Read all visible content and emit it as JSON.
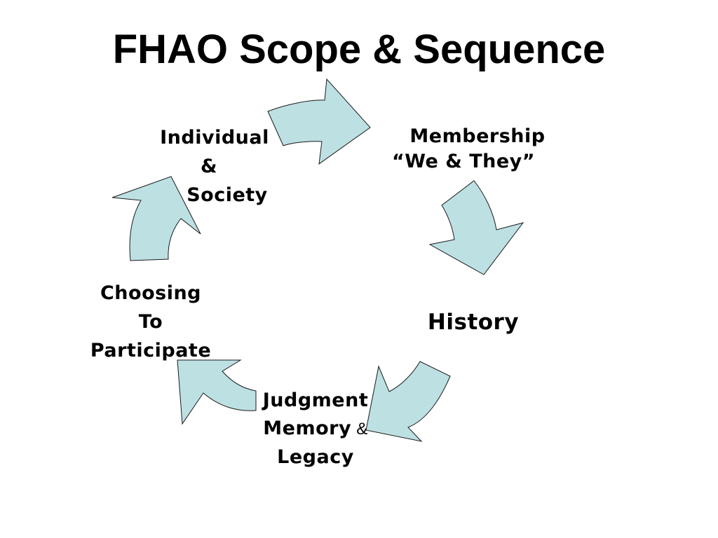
{
  "slide": {
    "title": "FHAO Scope & Sequence"
  },
  "cycle": {
    "nodes": {
      "individual": {
        "line1": "Individual",
        "line2": "&",
        "line3": "Society"
      },
      "membership": {
        "line1": "Membership",
        "line2": "“We & They”"
      },
      "history": {
        "line1": "History"
      },
      "judgment": {
        "line1": "Judgment",
        "line2": "Memory",
        "line2_amp": " &",
        "line3": "Legacy"
      },
      "choosing": {
        "line1": "Choosing",
        "line2": "To",
        "line3": "Participate"
      }
    }
  },
  "colors": {
    "arrow_fill": "#bde0e3",
    "arrow_stroke": "#1a1a1a",
    "text": "#000000",
    "background": "#ffffff"
  }
}
